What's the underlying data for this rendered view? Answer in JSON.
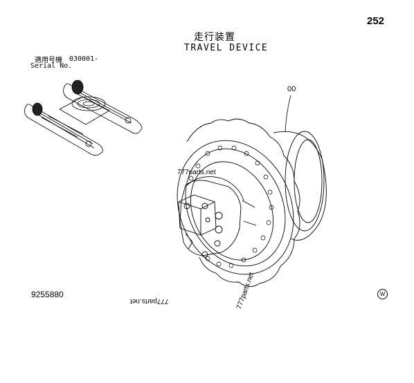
{
  "page_number": "252",
  "title_jp": "走行装置",
  "title_en": "TRAVEL DEVICE",
  "serial": {
    "label_jp": "適用号機",
    "label_en": "Serial No.",
    "value": "030001-"
  },
  "callout": "00",
  "drawing_number": "9255880",
  "mark": "W",
  "watermarks": [
    "777parts.net",
    "777parts.net",
    "777parts.net"
  ]
}
